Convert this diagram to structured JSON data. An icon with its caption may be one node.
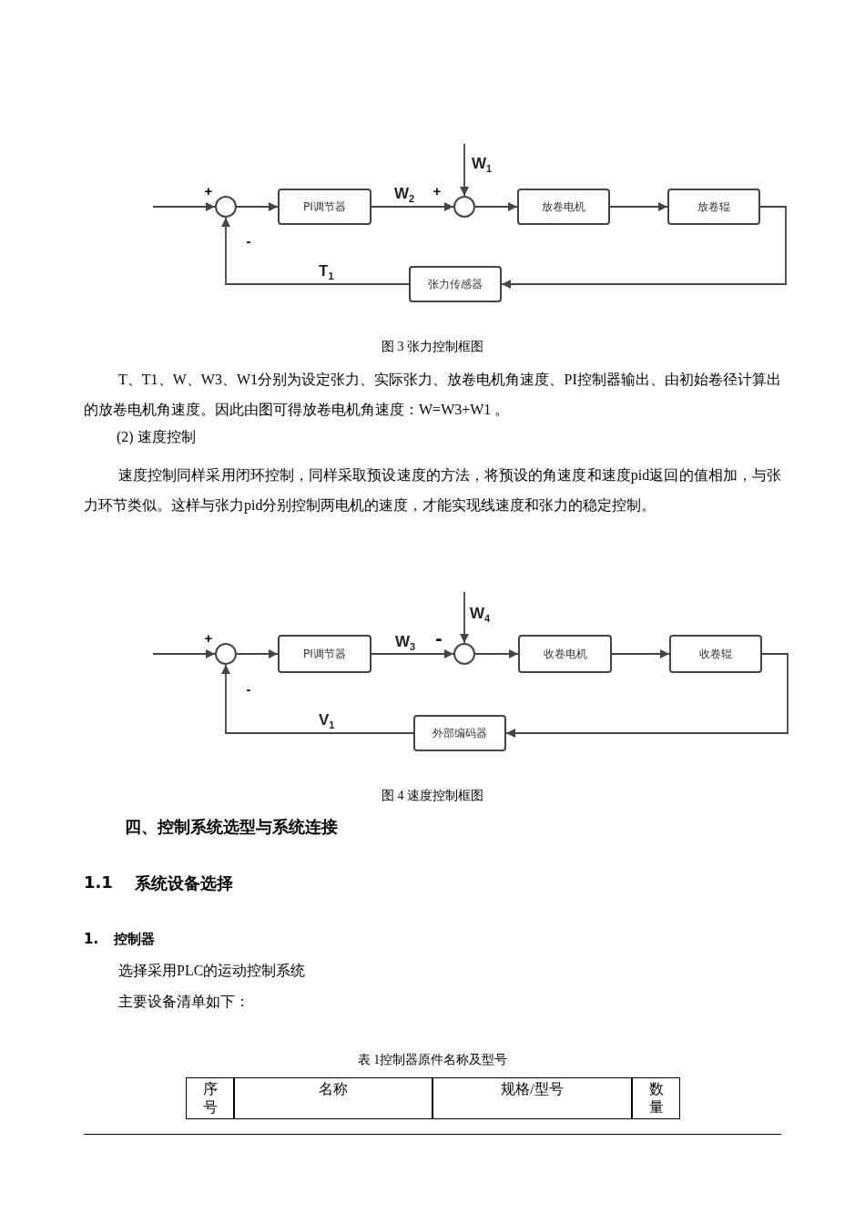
{
  "diagram": {
    "nodes": [
      {
        "text": [],
        "shape": "circle"
      },
      {
        "text": [
          "PI调节器"
        ]
      },
      {
        "text": [],
        "shape": "circle"
      },
      {
        "text": [
          "放卷电机"
        ]
      },
      {
        "text": [
          "放卷辊"
        ]
      },
      {
        "text": [
          "张力传感器"
        ]
      },
      {
        "text": [],
        "shape": "circle"
      },
      {
        "text": [
          "PI调节器"
        ]
      },
      {
        "text": [],
        "shape": "circle"
      },
      {
        "text": [
          "收卷电机"
        ]
      },
      {
        "text": [
          "收卷辊"
        ]
      },
      {
        "text": [
          "外部编码器"
        ]
      }
    ],
    "edges": [
      {
        "from": null,
        "to": 0,
        "arrow": "to"
      },
      {
        "from": 0,
        "to": 1,
        "arrow": "to"
      },
      {
        "from": 1,
        "to": 2,
        "arrow": "to",
        "label": "W$_{2}$"
      },
      {
        "from": null,
        "to": 2,
        "arrow": "to",
        "label": "W$_{1}$"
      },
      {
        "from": 2,
        "to": 3,
        "arrow": "to"
      },
      {
        "from": 3,
        "to": 4,
        "arrow": "to"
      },
      {
        "from": 4,
        "to": 5,
        "arrow": "to"
      },
      {
        "from": 5,
        "to": 0,
        "arrow": "to",
        "label": "T$_{1}$"
      },
      {
        "from": null,
        "to": 6,
        "arrow": "to"
      },
      {
        "from": 6,
        "to": 7,
        "arrow": "to"
      },
      {
        "from": 7,
        "to": 8,
        "arrow": "to",
        "label": "W$_{3}$"
      },
      {
        "from": null,
        "to": 8,
        "arrow": "to",
        "label": "W$_{4}$"
      },
      {
        "from": 8,
        "to": 9,
        "arrow": "to"
      },
      {
        "from": 9,
        "to": 10,
        "arrow": "to"
      },
      {
        "from": 10,
        "to": 11,
        "arrow": "to"
      },
      {
        "from": 11,
        "to": 6,
        "arrow": "to",
        "label": "V$_{1}$"
      }
    ],
    "labels": [
      "+",
      "+",
      "-",
      "图 3 张力控制框图",
      "T、T1、W、W3、W1分别为设定张力、实际张力、放卷电机角速度、PI控制器输出、由初始卷径计算出的放卷电机角速度。因此由图可得放卷电机角速度：W=W3+W1 。",
      "(2) 速度控制",
      "速度控制同样采用闭环控制，同样采取预设速度的方法，将预设的角速度和速度pid返回的值相加，与张力环节类似。这样与张力pid分别控制两电机的速度，才能实现线速度和张力的稳定控制。",
      "+",
      "-",
      "-",
      "图 4 速度控制框图",
      "四、控制系统选型与系统连接",
      "1.1",
      "系统设备选择",
      "1.",
      "控制器",
      "选择采用PLC的运动控制系统",
      "主要设备清单如下：",
      "表 1控制器原件名称及型号",
      "序号",
      "名称",
      "规格/型号",
      "数量"
    ]
  }
}
